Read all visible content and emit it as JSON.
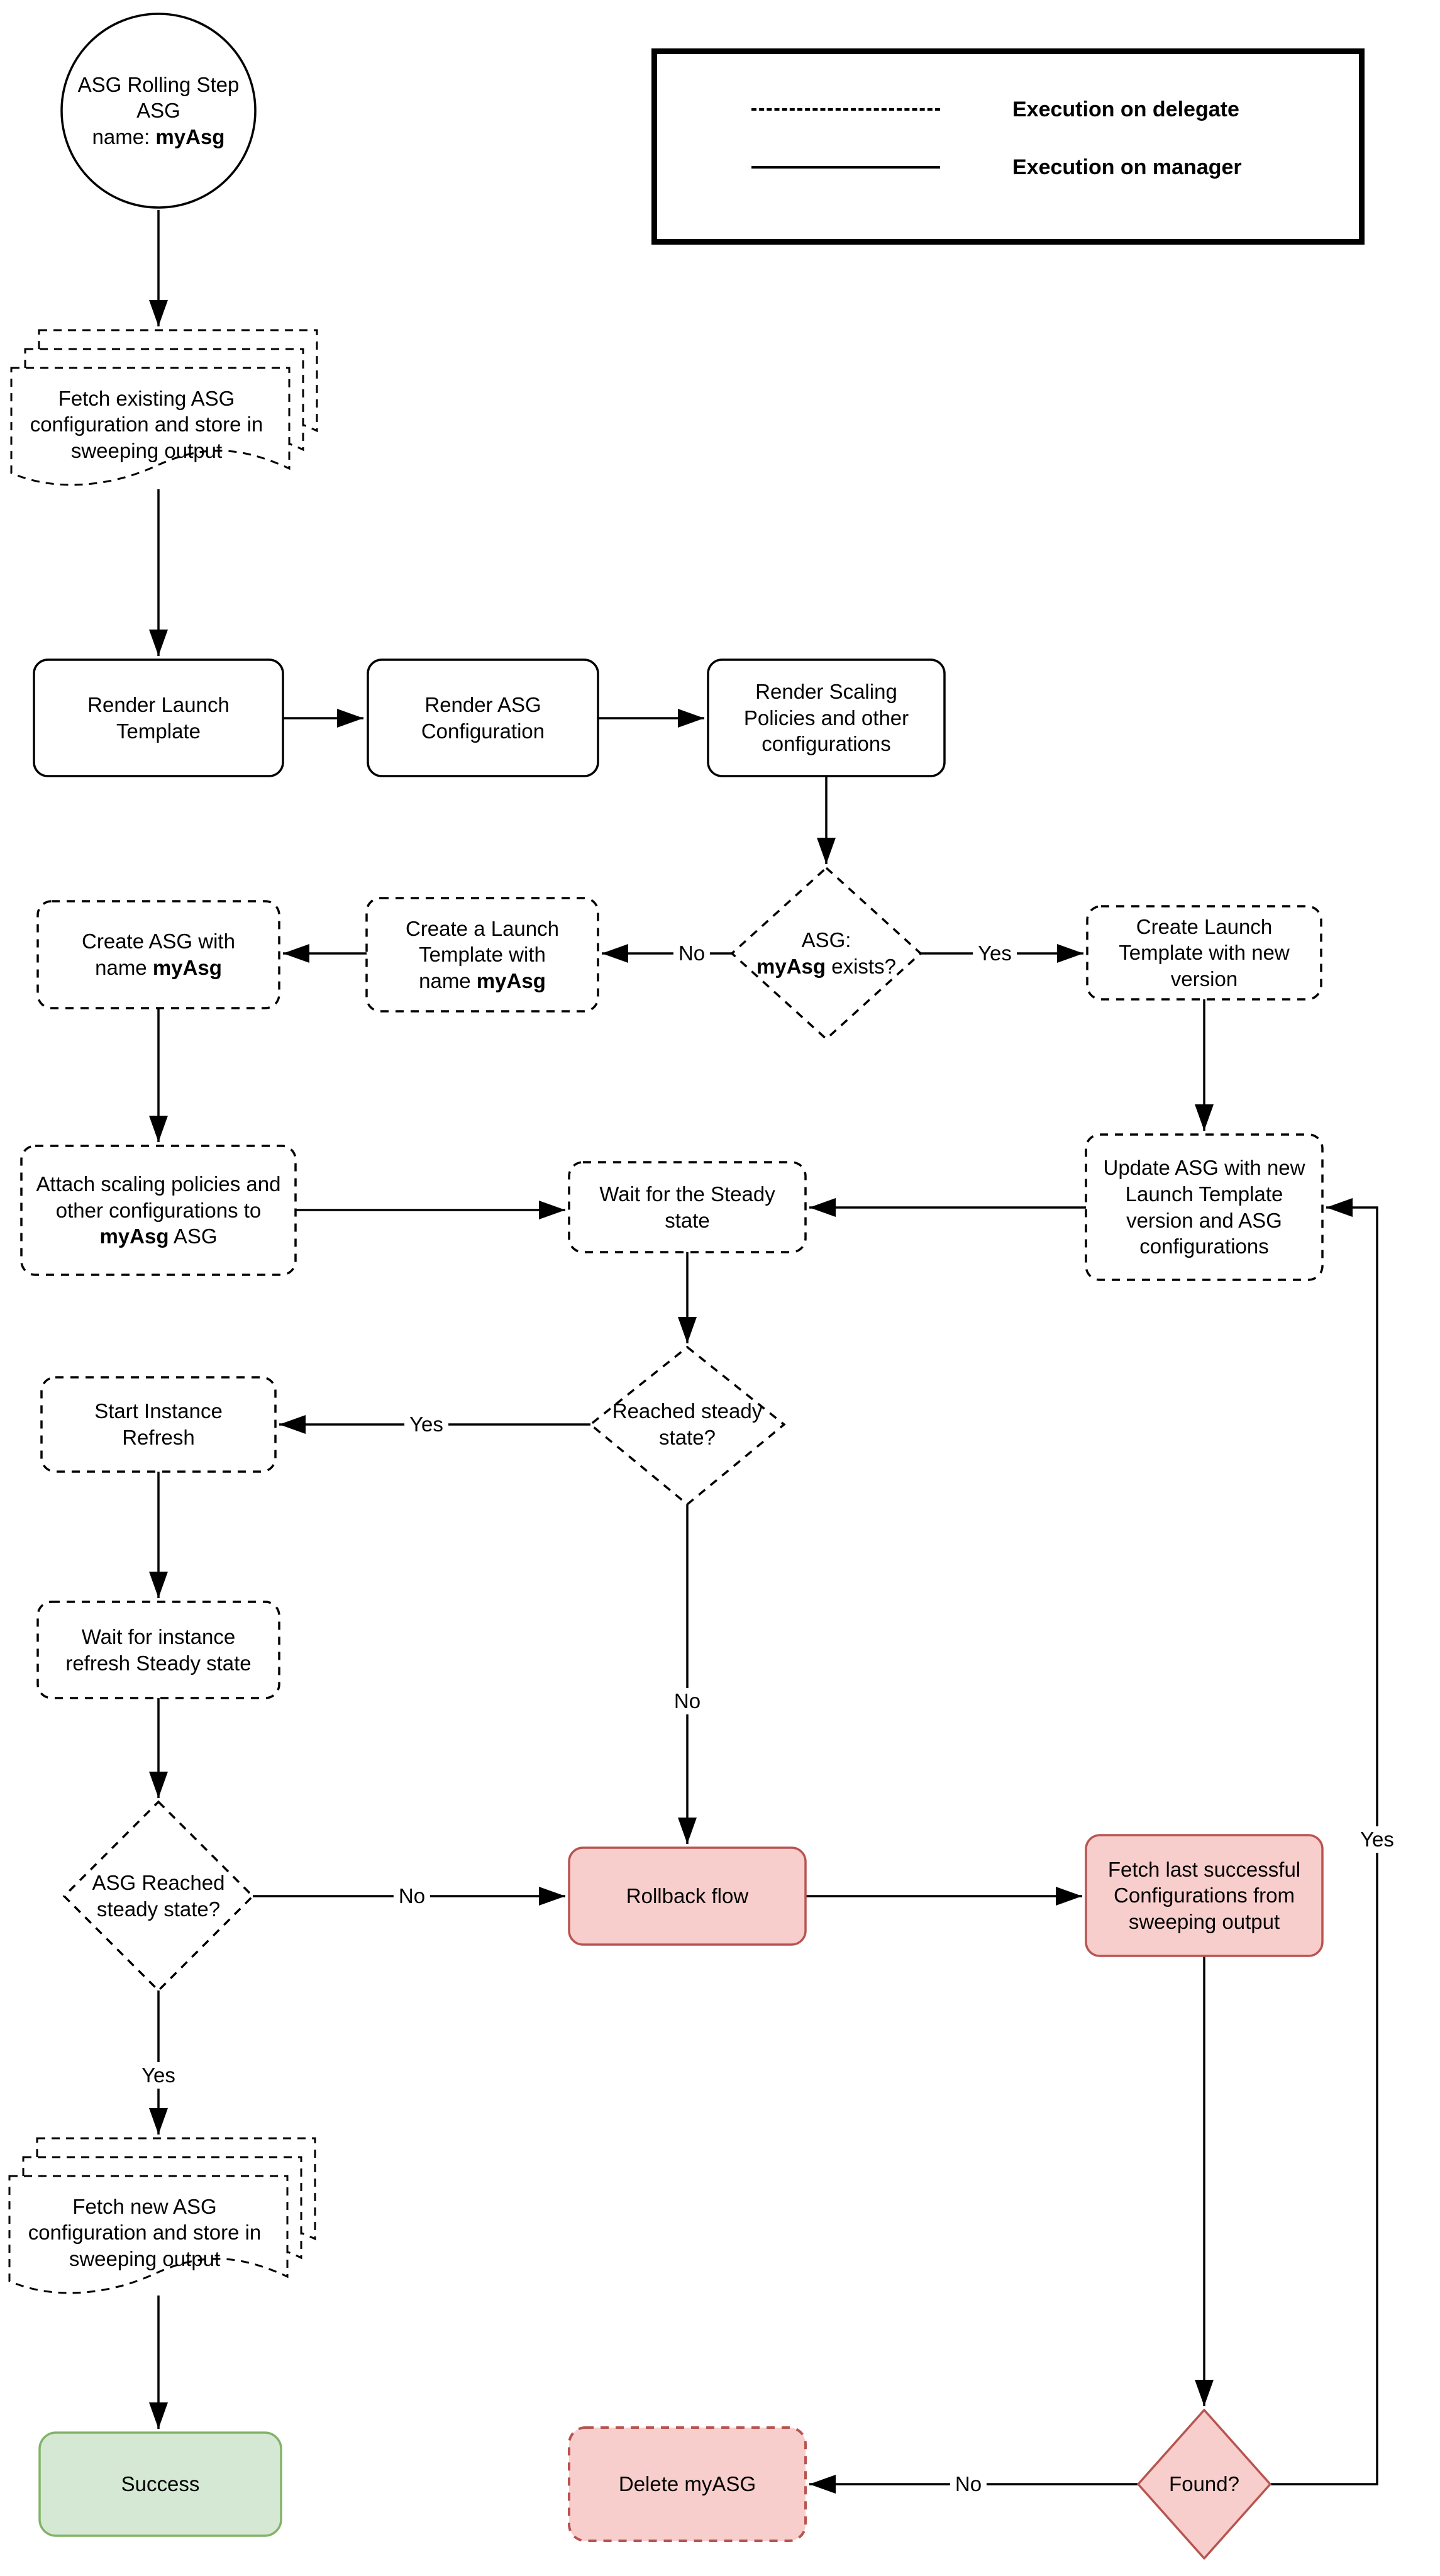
{
  "palette": {
    "ink": "#000000",
    "bg": "#ffffff",
    "pink_fill": "#f8cecc",
    "pink_stroke": "#b85450",
    "green_fill": "#d5e8d4",
    "green_stroke": "#82b366"
  },
  "legend": {
    "items": [
      {
        "style": "dashed",
        "label": "Execution on delegate"
      },
      {
        "style": "solid",
        "label": "Execution on manager"
      }
    ]
  },
  "labels": {
    "yes": "Yes",
    "no": "No"
  },
  "nodes": {
    "start": {
      "line1": "ASG Rolling Step",
      "line2": "ASG",
      "line3_prefix": "name: ",
      "line3_bold": "myAsg"
    },
    "fetch_existing": {
      "text": "Fetch existing ASG configuration and store in sweeping output"
    },
    "render_launch_template": {
      "text": "Render Launch Template"
    },
    "render_asg_configuration": {
      "text": "Render ASG Configuration"
    },
    "render_scaling_policies": {
      "text": "Render Scaling Policies and other configurations"
    },
    "asg_exists": {
      "line1": "ASG:",
      "bold": "myAsg",
      "suffix": " exists?"
    },
    "create_launch_template_new": {
      "text": "Create Launch Template with new version"
    },
    "create_launch_template_named": {
      "prefix": "Create a Launch Template with name ",
      "bold": "myAsg"
    },
    "create_asg": {
      "prefix": "Create ASG with name ",
      "bold": "myAsg"
    },
    "attach_scaling": {
      "prefix": "Attach scaling policies and other configurations to ",
      "bold": "myAsg",
      "suffix": " ASG"
    },
    "wait_steady": {
      "text": "Wait for the Steady state"
    },
    "update_asg": {
      "text": "Update ASG with new Launch Template version and ASG configurations"
    },
    "reached_steady": {
      "text": "Reached steady state?"
    },
    "start_instance_refresh": {
      "text": "Start Instance Refresh"
    },
    "wait_instance_refresh": {
      "text": "Wait for instance refresh Steady state"
    },
    "asg_reached_steady": {
      "text": "ASG Reached steady state?"
    },
    "rollback": {
      "text": "Rollback flow"
    },
    "fetch_last": {
      "text": "Fetch last successful Configurations from sweeping output"
    },
    "fetch_new": {
      "text": "Fetch new ASG configuration and store in sweeping output"
    },
    "success": {
      "text": "Success"
    },
    "delete_asg": {
      "text": "Delete myASG"
    },
    "found": {
      "text": "Found?"
    }
  }
}
